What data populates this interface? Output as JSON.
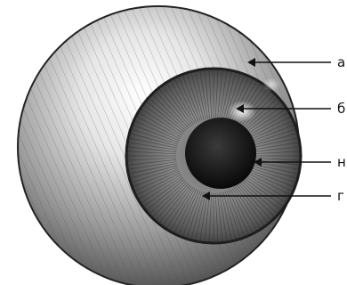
{
  "figure": {
    "subject": "eyeball-cross-section-illustration",
    "callouts": [
      {
        "id": "a",
        "text": "a"
      },
      {
        "id": "b",
        "text": "б"
      },
      {
        "id": "c",
        "text": "н"
      },
      {
        "id": "d",
        "text": "г"
      }
    ]
  }
}
